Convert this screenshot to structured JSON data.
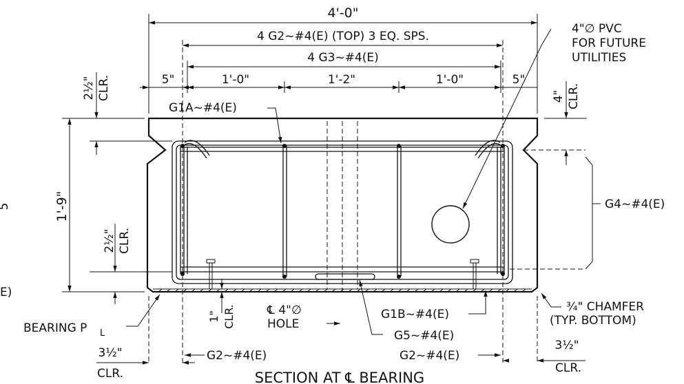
{
  "title": "SECTION AT ℄ BEARING",
  "dimensions": {
    "overall_width": "4'-0\"",
    "g2_top": "4 G2~#4(E) (TOP) 3 EQ. SPS.",
    "g3": "4 G3~#4(E)",
    "left_edge": "5\"",
    "space_1": "1'-0\"",
    "space_2": "1'-2\"",
    "space_3": "1'-0\"",
    "right_edge": "5\"",
    "depth": "1'-9\"",
    "top_clr_num": "2½\"",
    "mid_clr_num": "2½\"",
    "right_clr_num": "4\"",
    "bottom_clr_num": "1\"",
    "bottom_left_num": "3½\"",
    "bottom_right_num": "3½\"",
    "clr": "CLR."
  },
  "labels": {
    "pvc_line1": "4\"∅ PVC",
    "pvc_line2": "FOR FUTURE",
    "pvc_line3": "UTILITIES",
    "g1a": "G1A~#4(E)",
    "g4": "G4~#4(E)",
    "g1b": "G1B~#4(E)",
    "g5": "G5~#4(E)",
    "g2_left": "G2~#4(E)",
    "g2_right": "G2~#4(E)",
    "bearing_plate": "BEARING P",
    "plate_mark": "L",
    "hole_line1": "℄ 4\"∅",
    "hole_line2": "HOLE",
    "chamfer_line1": "¾\" CHAMFER",
    "chamfer_line2": "(TYP. BOTTOM)",
    "left_fragment_top": "5",
    "left_fragment_bottom": "E)"
  }
}
